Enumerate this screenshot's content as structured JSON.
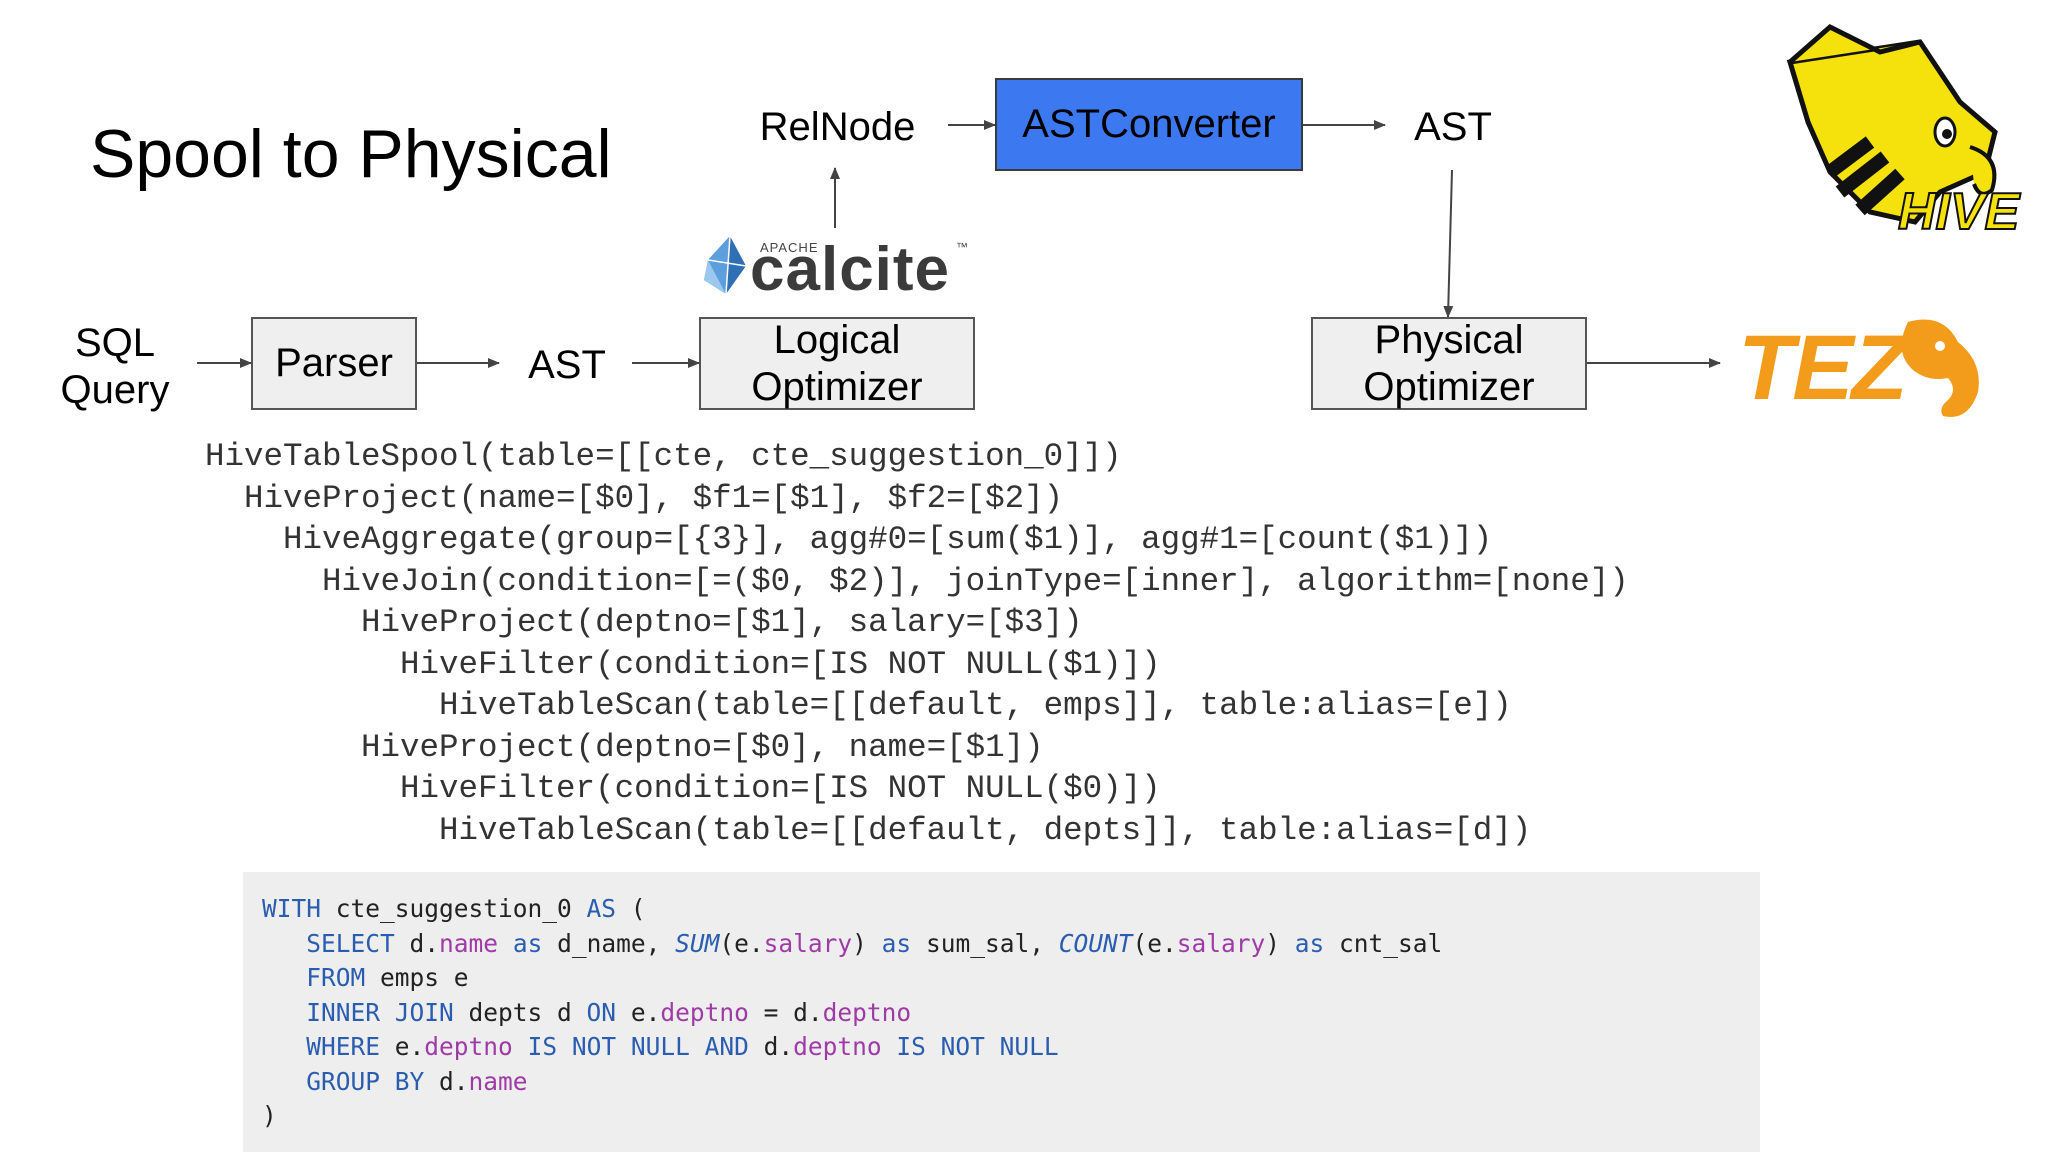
{
  "slide": {
    "title": "Spool to Physical"
  },
  "diagram": {
    "sql_query": "SQL\nQuery",
    "parser": "Parser",
    "ast_1": "AST",
    "logical_optimizer": "Logical\nOptimizer",
    "relnode": "RelNode",
    "ast_converter": "ASTConverter",
    "ast_2": "AST",
    "physical_optimizer": "Physical\nOptimizer",
    "box_color": "#efefef",
    "accent_color": "#3c78f0"
  },
  "logos": {
    "calcite_apache": "APACHE",
    "calcite_name": "calcite",
    "calcite_tm": "™",
    "hive": "HIVE",
    "tez": "TEZ",
    "hive_color": "#f5e10c",
    "tez_color": "#f39c1b"
  },
  "plan": {
    "lines": [
      "HiveTableSpool(table=[[cte, cte_suggestion_0]])",
      "  HiveProject(name=[$0], $f1=[$1], $f2=[$2])",
      "    HiveAggregate(group=[{3}], agg#0=[sum($1)], agg#1=[count($1)])",
      "      HiveJoin(condition=[=($0, $2)], joinType=[inner], algorithm=[none])",
      "        HiveProject(deptno=[$1], salary=[$3])",
      "          HiveFilter(condition=[IS NOT NULL($1)])",
      "            HiveTableScan(table=[[default, emps]], table:alias=[e])",
      "        HiveProject(deptno=[$0], name=[$1])",
      "          HiveFilter(condition=[IS NOT NULL($0)])",
      "            HiveTableScan(table=[[default, depts]], table:alias=[d])"
    ]
  },
  "sql": {
    "lines": [
      [
        [
          "kw",
          "WITH"
        ],
        [
          "t",
          " cte_suggestion_0 "
        ],
        [
          "kw",
          "AS"
        ],
        [
          "t",
          " ("
        ]
      ],
      [
        [
          "t",
          "   "
        ],
        [
          "kw",
          "SELECT"
        ],
        [
          "t",
          " d."
        ],
        [
          "at",
          "name"
        ],
        [
          "t",
          " "
        ],
        [
          "kw",
          "as"
        ],
        [
          "t",
          " d_name, "
        ],
        [
          "fn",
          "SUM"
        ],
        [
          "t",
          "(e."
        ],
        [
          "at",
          "salary"
        ],
        [
          "t",
          ") "
        ],
        [
          "kw",
          "as"
        ],
        [
          "t",
          " sum_sal, "
        ],
        [
          "fn",
          "COUNT"
        ],
        [
          "t",
          "(e."
        ],
        [
          "at",
          "salary"
        ],
        [
          "t",
          ") "
        ],
        [
          "kw",
          "as"
        ],
        [
          "t",
          " cnt_sal"
        ]
      ],
      [
        [
          "t",
          "   "
        ],
        [
          "kw",
          "FROM"
        ],
        [
          "t",
          " emps e"
        ]
      ],
      [
        [
          "t",
          "   "
        ],
        [
          "kw",
          "INNER JOIN"
        ],
        [
          "t",
          " depts d "
        ],
        [
          "kw",
          "ON"
        ],
        [
          "t",
          " e."
        ],
        [
          "at",
          "deptno"
        ],
        [
          "t",
          " = d."
        ],
        [
          "at",
          "deptno"
        ]
      ],
      [
        [
          "t",
          "   "
        ],
        [
          "kw",
          "WHERE"
        ],
        [
          "t",
          " e."
        ],
        [
          "at",
          "deptno"
        ],
        [
          "t",
          " "
        ],
        [
          "kw",
          "IS NOT NULL AND"
        ],
        [
          "t",
          " d."
        ],
        [
          "at",
          "deptno"
        ],
        [
          "t",
          " "
        ],
        [
          "kw",
          "IS NOT NULL"
        ]
      ],
      [
        [
          "t",
          "   "
        ],
        [
          "kw",
          "GROUP BY"
        ],
        [
          "t",
          " d."
        ],
        [
          "at",
          "name"
        ]
      ],
      [
        [
          "t",
          ")"
        ]
      ]
    ]
  }
}
